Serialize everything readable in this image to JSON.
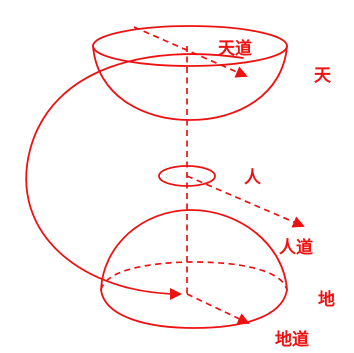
{
  "colors": {
    "stroke": "#ee1111",
    "text": "#ee1111",
    "background": "#ffffff"
  },
  "labels": {
    "heaven_way": "天道",
    "heaven": "天",
    "human": "人",
    "human_way": "人道",
    "earth": "地",
    "earth_way": "地道"
  }
}
